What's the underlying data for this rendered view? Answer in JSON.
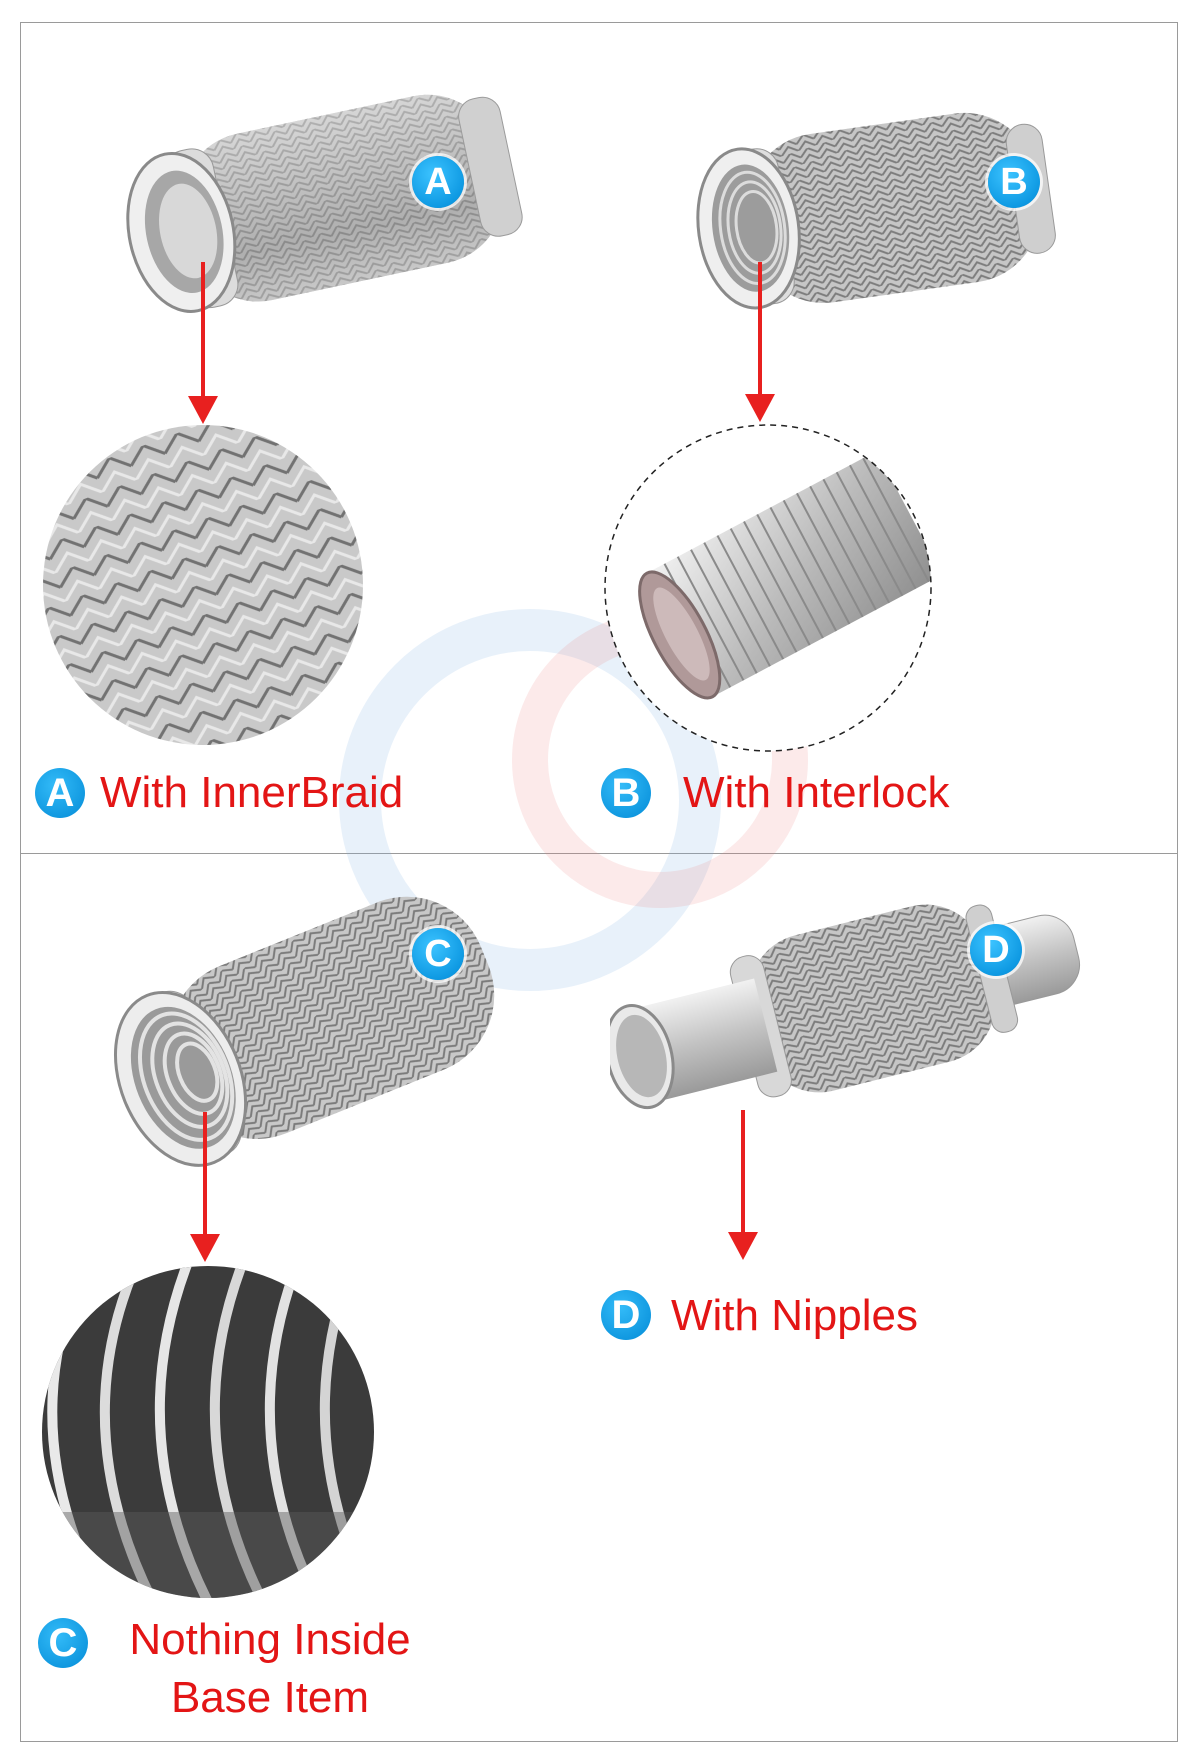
{
  "panels": {
    "a": {
      "badge": "A",
      "caption": "With InnerBraid"
    },
    "b": {
      "badge": "B",
      "caption": "With Interlock"
    },
    "c": {
      "badge": "C",
      "caption_line1": "Nothing Inside",
      "caption_line2": "Base Item"
    },
    "d": {
      "badge": "D",
      "caption": "With Nipples"
    }
  },
  "colors": {
    "arrow": "#e8201f",
    "caption_text": "#e31515",
    "badge_blue": "#0f9ae3",
    "frame": "#9a9a9a"
  },
  "icons": [
    "down-arrow-icon",
    "letter-badge-icon"
  ]
}
